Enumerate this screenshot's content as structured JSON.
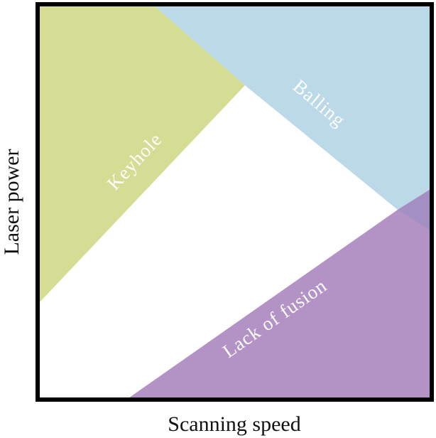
{
  "diagram": {
    "x_axis_label": "Scanning speed",
    "y_axis_label": "Laser power",
    "regions": {
      "keyhole": {
        "label": "Keyhole",
        "color": "#d4dd93"
      },
      "balling": {
        "label": "Balling",
        "color": "#bcd9e7"
      },
      "lack_of_fusion": {
        "label": "Lack of fusion",
        "color": "#b393c5"
      },
      "overlap": {
        "color": "#a48fc4"
      },
      "process_window": {
        "color": "#ffffff"
      }
    },
    "frame_color": "#000000"
  }
}
